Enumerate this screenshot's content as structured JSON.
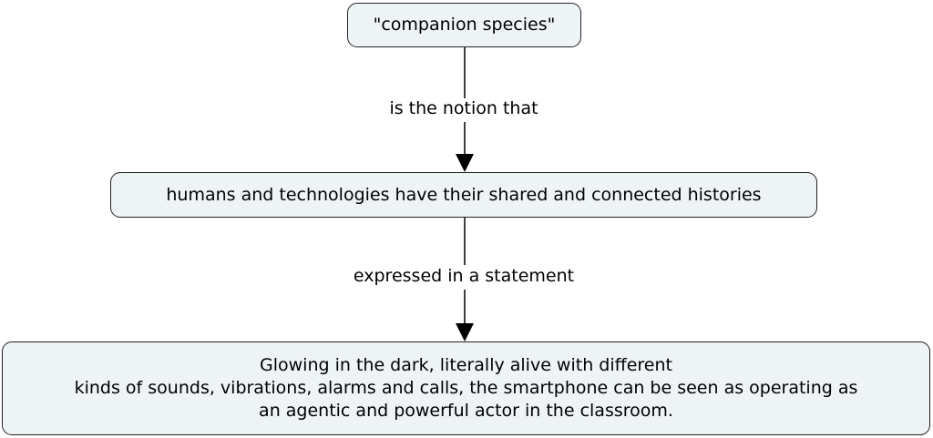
{
  "nodes": {
    "companion_species": "\"companion species\"",
    "shared_histories": "humans and technologies have their shared and connected histories",
    "statement": {
      "lines": [
        "Glowing in the dark, literally alive with different",
        "kinds of sounds, vibrations, alarms and calls, the smartphone can be seen as operating as",
        "an agentic and powerful actor in the classroom."
      ]
    }
  },
  "links": {
    "notion": "is the notion that",
    "expressed": "expressed in a statement"
  },
  "colors": {
    "node_fill": "#eef3f6",
    "node_border": "#222222",
    "line": "#000000"
  }
}
